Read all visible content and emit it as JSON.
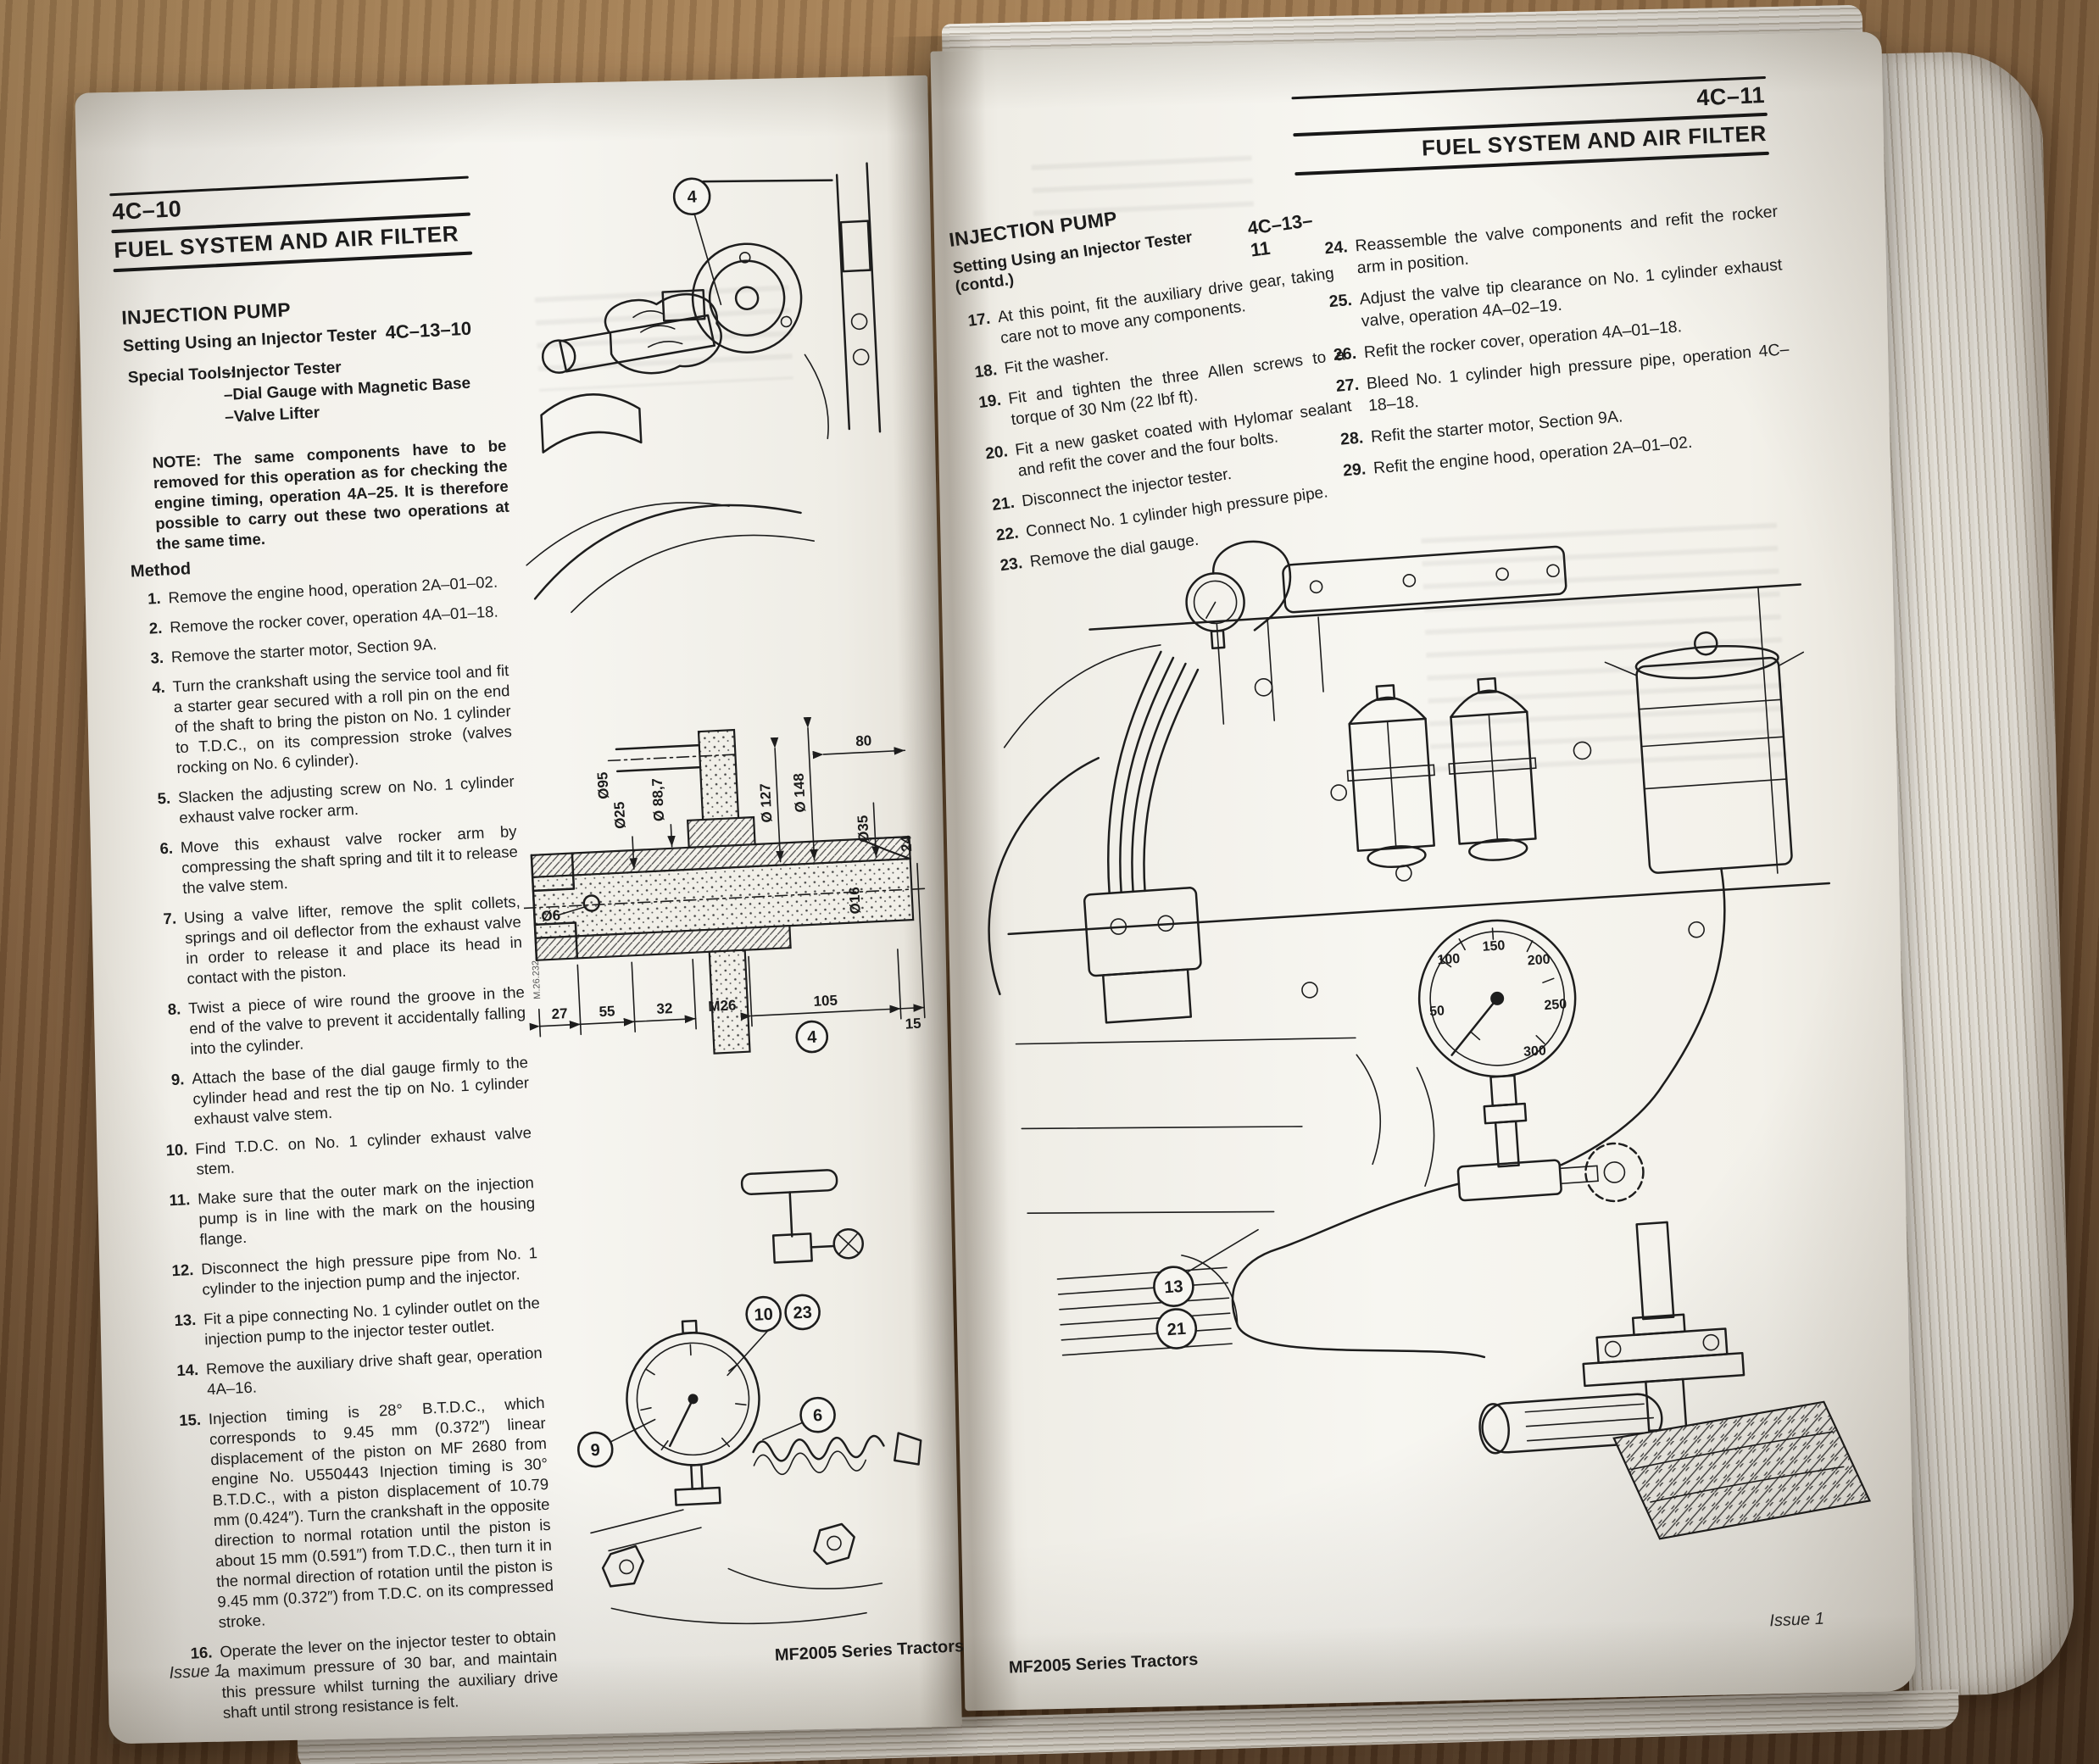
{
  "colors": {
    "page": "#f6f5f0",
    "ink": "#1c1c1c",
    "wood_light": "#b08a5c",
    "wood_dark": "#4a3320"
  },
  "left_page": {
    "page_code": "4C–10",
    "section_title": "FUEL SYSTEM AND AIR FILTER",
    "heading": "INJECTION PUMP",
    "subheading": "Setting Using an Injector Tester",
    "operation_code": "4C–13–10",
    "special_tools_label": "Special Tools:",
    "special_tools": [
      "–Injector Tester",
      "–Dial Gauge with Magnetic Base",
      "–Valve Lifter"
    ],
    "note": "NOTE: The same components have to be removed for this operation as for checking the engine timing, operation 4A–25. It is therefore possible to carry out these two operations at the same time.",
    "method_label": "Method",
    "steps": [
      {
        "num": "1.",
        "text": "Remove the engine hood, operation 2A–01–02."
      },
      {
        "num": "2.",
        "text": "Remove the rocker cover, operation 4A–01–18."
      },
      {
        "num": "3.",
        "text": "Remove the starter motor, Section 9A."
      },
      {
        "num": "4.",
        "text": "Turn the crankshaft using the service tool and fit a starter gear secured with a roll pin on the end of the shaft to bring the piston on No. 1 cylinder to T.D.C., on its compression stroke (valves rocking on No. 6 cylinder)."
      },
      {
        "num": "5.",
        "text": "Slacken the adjusting screw on No. 1 cylinder exhaust valve rocker arm."
      },
      {
        "num": "6.",
        "text": "Move this exhaust valve rocker arm by compressing the shaft spring and tilt it to release the valve stem."
      },
      {
        "num": "7.",
        "text": "Using a valve lifter, remove the split collets, springs and oil deflector from the exhaust valve in order to release it and place its head in contact with the piston."
      },
      {
        "num": "8.",
        "text": "Twist a piece of wire round the groove in the end of the valve to prevent it accidentally falling into the cylinder."
      },
      {
        "num": "9.",
        "text": "Attach the base of the dial gauge firmly to the cylinder head and rest the tip on No. 1 cylinder exhaust valve stem."
      },
      {
        "num": "10.",
        "text": "Find T.D.C. on No. 1 cylinder exhaust valve stem."
      },
      {
        "num": "11.",
        "text": "Make sure that the outer mark on the injection pump is in line with the mark on the housing flange."
      },
      {
        "num": "12.",
        "text": "Disconnect the high pressure pipe from No. 1 cylinder to the injection pump and the injector."
      },
      {
        "num": "13.",
        "text": "Fit a pipe connecting No. 1 cylinder outlet on the injection pump to the injector tester outlet."
      },
      {
        "num": "14.",
        "text": "Remove the auxiliary drive shaft gear, operation 4A–16."
      },
      {
        "num": "15.",
        "text": "Injection timing is 28° B.T.D.C., which corresponds to 9.45 mm (0.372″) linear displacement of the piston on MF 2680 from engine No. U550443 Injection timing is 30° B.T.D.C., with a piston displacement of 10.79 mm (0.424″). Turn the crankshaft in the opposite direction to normal rotation until the piston is about 15 mm (0.591″) from T.D.C., then turn it in the normal direction of rotation until the piston is 9.45 mm (0.372″) from T.D.C. on its compressed stroke."
      },
      {
        "num": "16.",
        "text": "Operate the lever on the injector tester to obtain a maximum pressure of 30 bar, and maintain this pressure whilst turning the auxiliary drive shaft until strong resistance is felt."
      }
    ],
    "footer_issue": "Issue 1",
    "footer_model": "MF2005 Series Tractors"
  },
  "right_page": {
    "page_code": "4C–11",
    "section_title": "FUEL SYSTEM AND AIR FILTER",
    "heading": "INJECTION PUMP",
    "subheading": "Setting Using an Injector Tester (contd.)",
    "operation_code": "4C–13–11",
    "steps_left": [
      {
        "num": "17.",
        "text": "At this point, fit the auxiliary drive gear, taking care not to move any components."
      },
      {
        "num": "18.",
        "text": "Fit the washer."
      },
      {
        "num": "19.",
        "text": "Fit and tighten the three Allen screws to a torque of 30 Nm (22 lbf ft)."
      },
      {
        "num": "20.",
        "text": "Fit a new gasket coated with Hylomar sealant and refit the cover and the four bolts."
      },
      {
        "num": "21.",
        "text": "Disconnect the injector tester."
      },
      {
        "num": "22.",
        "text": "Connect No. 1 cylinder high pressure pipe."
      },
      {
        "num": "23.",
        "text": "Remove the dial gauge."
      }
    ],
    "steps_right": [
      {
        "num": "24.",
        "text": "Reassemble the valve components and refit the rocker arm in position."
      },
      {
        "num": "25.",
        "text": "Adjust the valve tip clearance on No. 1 cylinder exhaust valve, operation 4A–02–19."
      },
      {
        "num": "26.",
        "text": "Refit the rocker cover, operation 4A–01–18."
      },
      {
        "num": "27.",
        "text": "Bleed No. 1 cylinder high pressure pipe, operation 4C–18–18."
      },
      {
        "num": "28.",
        "text": "Refit the starter motor, Section 9A."
      },
      {
        "num": "29.",
        "text": "Refit the engine hood, operation 2A–01–02."
      }
    ],
    "footer_model": "MF2005 Series Tractors",
    "footer_issue": "Issue 1"
  },
  "figures": {
    "tool_fig": {
      "callout": "4"
    },
    "cross_section": {
      "callout": "4",
      "code": "M.26.232",
      "dims": {
        "pipe": "Ø95",
        "hub": "Ø 88,7",
        "shaft_left": "Ø25",
        "flange_inner": "Ø 127",
        "flange_outer": "Ø 148",
        "len_top": "80",
        "boss": "Ø35",
        "pin": "Ø6",
        "shaft_right": "Ø16",
        "edge": "24",
        "c27": "27",
        "c55": "55",
        "c32": "32",
        "thread": "M26",
        "c105": "105",
        "c15": "15"
      }
    },
    "dial_gauge_fig": {
      "callout_9": "9",
      "callout_10": "10",
      "callout_23": "23",
      "callout_6": "6"
    },
    "engine_fig": {
      "callout_13": "13",
      "callout_21": "21",
      "gauge_ticks": [
        "50",
        "100",
        "150",
        "200",
        "250",
        "300"
      ]
    }
  }
}
